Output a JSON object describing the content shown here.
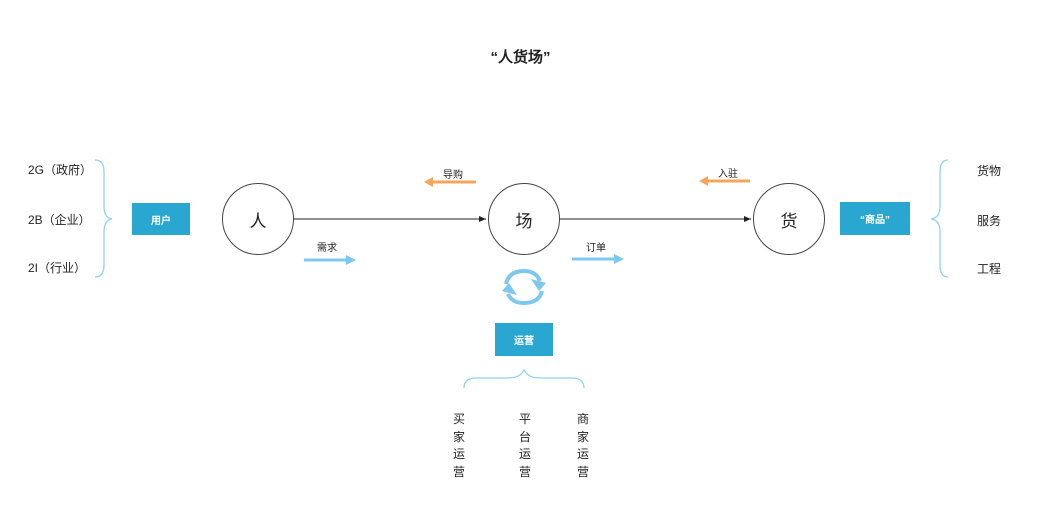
{
  "title": "“人货场”",
  "left_labels": [
    "2G（政府）",
    "2B（企业）",
    "2I（行业）"
  ],
  "user_box": "用户",
  "nodes": {
    "person": "人",
    "place": "场",
    "goods": "货"
  },
  "goods_box": "“商品”",
  "right_labels": [
    "货物",
    "服务",
    "工程"
  ],
  "arrows": {
    "guide": "导购",
    "settle": "入驻",
    "demand": "需求",
    "order": "订单"
  },
  "ops_box": "运营",
  "ops_columns": [
    "买家运营",
    "平台运营",
    "商家运营"
  ],
  "colors": {
    "blue_box": "#2aa7d0",
    "light_blue": "#7ec8f0",
    "orange": "#f5a65b",
    "brace": "#8ed3ef"
  },
  "icons": [
    "refresh-icon"
  ]
}
